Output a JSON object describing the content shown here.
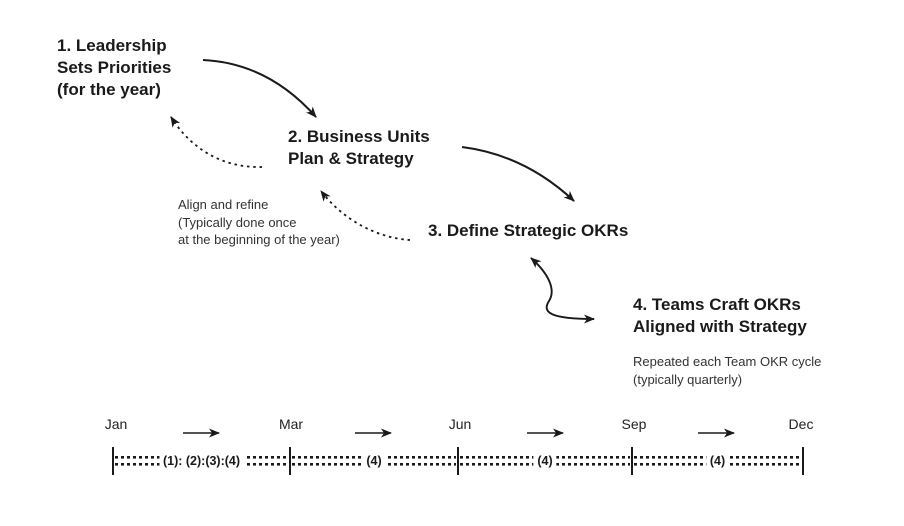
{
  "diagram": {
    "steps": [
      "1. Leadership\nSets Priorities\n(for the year)",
      "2. Business Units\nPlan & Strategy",
      "3. Define Strategic OKRs",
      "4. Teams Craft OKRs\nAligned with Strategy"
    ],
    "notes": {
      "align_refine": "Align and refine\n(Typically done once\nat the beginning of the year)",
      "repeated": "Repeated each Team OKR cycle\n(typically quarterly)"
    }
  },
  "timeline": {
    "months": [
      "Jan",
      "Mar",
      "Jun",
      "Sep",
      "Dec"
    ],
    "segments": [
      "(1): (2):(3):(4)",
      "(4)",
      "(4)",
      "(4)"
    ]
  },
  "colors": {
    "ink": "#1a1a1a",
    "note_text": "#333333",
    "background": "#ffffff"
  }
}
